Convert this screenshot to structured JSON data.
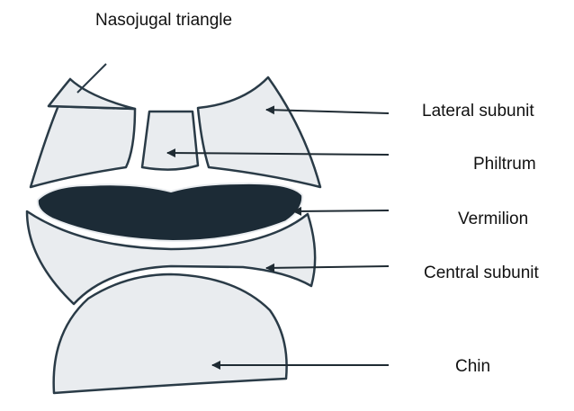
{
  "labels": {
    "nasojugal": "Nasojugal triangle",
    "lateral": "Lateral subunit",
    "philtrum": "Philtrum",
    "vermilion": "Vermilion",
    "central": "Central subunit",
    "chin": "Chin"
  },
  "colors": {
    "region_fill": "#e9ecef",
    "outline": "#2a3b47",
    "vermilion_fill": "#1c2b36",
    "arrow": "#1f2b33"
  }
}
